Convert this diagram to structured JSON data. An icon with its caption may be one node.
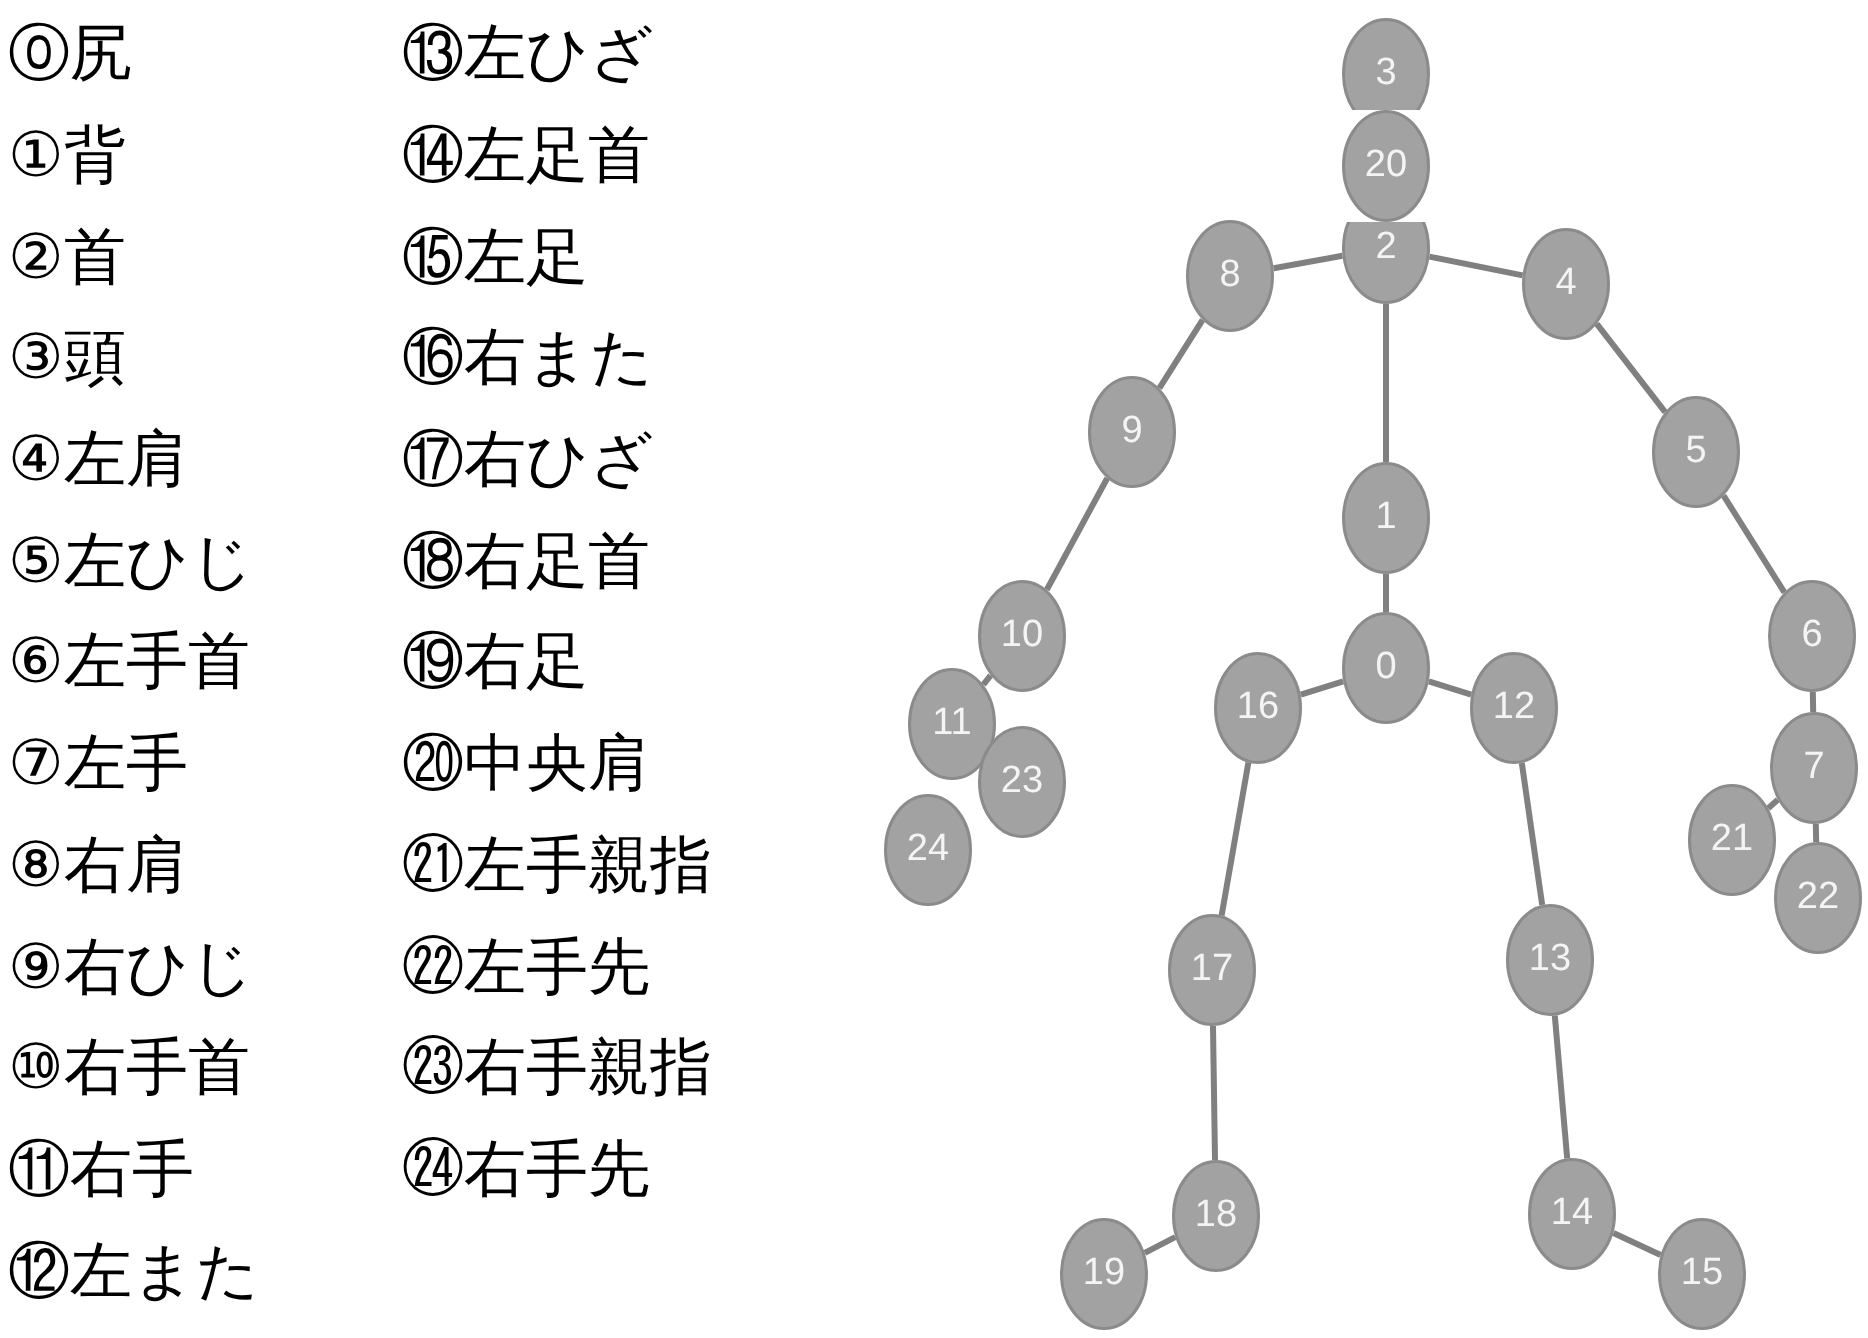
{
  "diagram": {
    "nodes": [
      {
        "text": [
          "0"
        ]
      },
      {
        "text": [
          "1"
        ]
      },
      {
        "text": [
          "2"
        ]
      },
      {
        "text": [
          "3"
        ]
      },
      {
        "text": [
          "4"
        ]
      },
      {
        "text": [
          "5"
        ]
      },
      {
        "text": [
          "6"
        ]
      },
      {
        "text": [
          "7"
        ]
      },
      {
        "text": [
          "8"
        ]
      },
      {
        "text": [
          "9"
        ]
      },
      {
        "text": [
          "10"
        ]
      },
      {
        "text": [
          "11"
        ]
      },
      {
        "text": [
          "12"
        ]
      },
      {
        "text": [
          "13"
        ]
      },
      {
        "text": [
          "14"
        ]
      },
      {
        "text": [
          "15"
        ]
      },
      {
        "text": [
          "16"
        ]
      },
      {
        "text": [
          "17"
        ]
      },
      {
        "text": [
          "18"
        ]
      },
      {
        "text": [
          "19"
        ]
      },
      {
        "text": [
          "20"
        ]
      },
      {
        "text": [
          "21"
        ]
      },
      {
        "text": [
          "22"
        ]
      },
      {
        "text": [
          "23"
        ]
      },
      {
        "text": [
          "24"
        ]
      }
    ],
    "edges": [
      {
        "from": 2,
        "to": 8,
        "arrow": "none"
      },
      {
        "from": 2,
        "to": 4,
        "arrow": "none"
      },
      {
        "from": 2,
        "to": 1,
        "arrow": "none"
      },
      {
        "from": 8,
        "to": 9,
        "arrow": "none"
      },
      {
        "from": 9,
        "to": 10,
        "arrow": "none"
      },
      {
        "from": 10,
        "to": 11,
        "arrow": "none"
      },
      {
        "from": 4,
        "to": 5,
        "arrow": "none"
      },
      {
        "from": 5,
        "to": 6,
        "arrow": "none"
      },
      {
        "from": 6,
        "to": 7,
        "arrow": "none"
      },
      {
        "from": 7,
        "to": 21,
        "arrow": "none"
      },
      {
        "from": 7,
        "to": 22,
        "arrow": "none"
      },
      {
        "from": 1,
        "to": 0,
        "arrow": "none"
      },
      {
        "from": 0,
        "to": 16,
        "arrow": "none"
      },
      {
        "from": 0,
        "to": 12,
        "arrow": "none"
      },
      {
        "from": 16,
        "to": 17,
        "arrow": "none"
      },
      {
        "from": 17,
        "to": 18,
        "arrow": "none"
      },
      {
        "from": 18,
        "to": 19,
        "arrow": "none"
      },
      {
        "from": 12,
        "to": 13,
        "arrow": "none"
      },
      {
        "from": 13,
        "to": 14,
        "arrow": "none"
      },
      {
        "from": 14,
        "to": 15,
        "arrow": "none"
      }
    ],
    "labels": [
      "⓪尻",
      "①背",
      "②首",
      "③頭",
      "④左肩",
      "⑤左ひじ",
      "⑥左手首",
      "⑦左手",
      "⑧右肩",
      "⑨右ひじ",
      "⑩右手首",
      "⑪右手",
      "⑫左また",
      "⑬左ひざ",
      "⑭左足首",
      "⑮左足",
      "⑯右また",
      "⑰右ひざ",
      "⑱右足首",
      "⑲右足",
      "⑳中央肩",
      "㉑左手親指",
      "㉒左手先",
      "㉓右手親指",
      "㉔右手先"
    ]
  }
}
